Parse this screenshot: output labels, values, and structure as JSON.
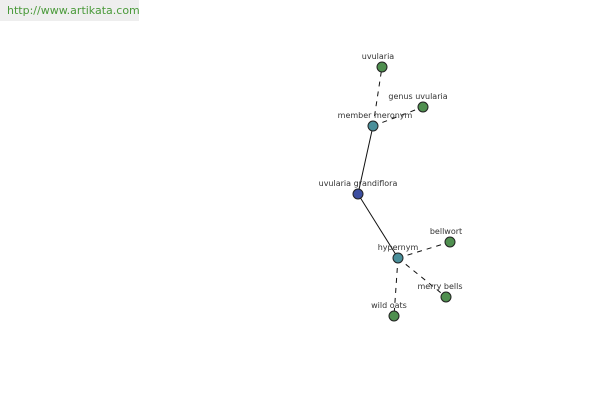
{
  "banner": {
    "url_text": "http://www.artikata.com"
  },
  "colors": {
    "center": "#3c4ea0",
    "relation": "#4a8f9a",
    "leaf": "#4f8f4f",
    "stroke": "#222222",
    "edge": "#111111"
  },
  "graph": {
    "nodes": [
      {
        "id": "center",
        "label": "uvularia grandiflora",
        "kind": "center"
      },
      {
        "id": "member_meronym",
        "label": "member meronym",
        "kind": "relation"
      },
      {
        "id": "hypernym",
        "label": "hypernym",
        "kind": "relation"
      },
      {
        "id": "uvularia",
        "label": "uvularia",
        "kind": "leaf"
      },
      {
        "id": "genus_uvularia",
        "label": "genus uvularia",
        "kind": "leaf"
      },
      {
        "id": "bellwort",
        "label": "bellwort",
        "kind": "leaf"
      },
      {
        "id": "merry_bells",
        "label": "merry bells",
        "kind": "leaf"
      },
      {
        "id": "wild_oats",
        "label": "wild oats",
        "kind": "leaf"
      }
    ],
    "edges": [
      {
        "from": "center",
        "to": "member_meronym",
        "style": "solid"
      },
      {
        "from": "center",
        "to": "hypernym",
        "style": "solid"
      },
      {
        "from": "member_meronym",
        "to": "uvularia",
        "style": "dashed"
      },
      {
        "from": "member_meronym",
        "to": "genus_uvularia",
        "style": "dashed"
      },
      {
        "from": "hypernym",
        "to": "bellwort",
        "style": "dashed"
      },
      {
        "from": "hypernym",
        "to": "merry_bells",
        "style": "dashed"
      },
      {
        "from": "hypernym",
        "to": "wild_oats",
        "style": "dashed"
      }
    ]
  }
}
